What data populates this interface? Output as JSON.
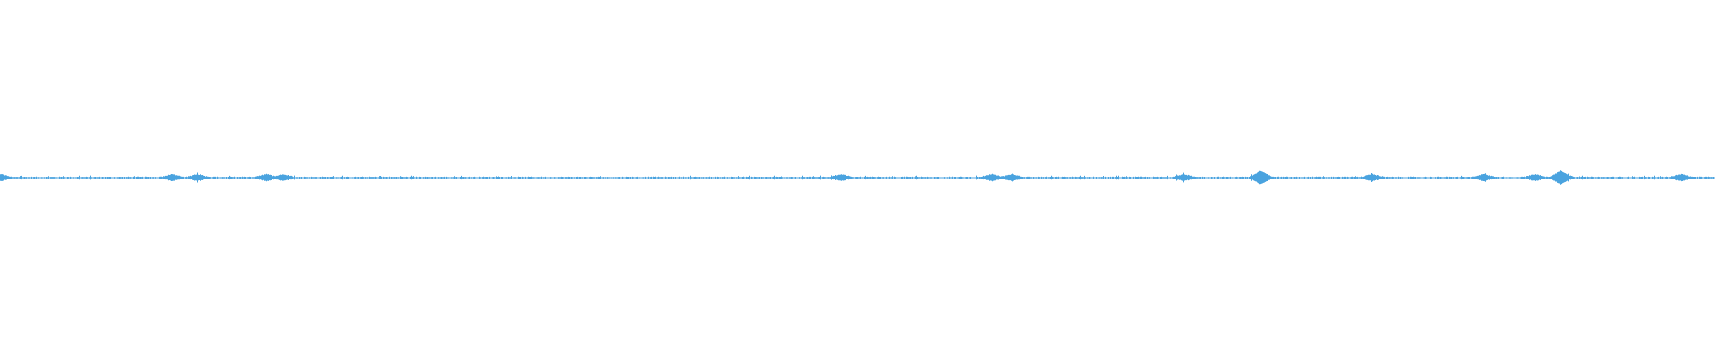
{
  "waveform": {
    "color": "#4aa3df",
    "background": "#ffffff",
    "burst_positions": [
      0.0,
      0.1,
      0.115,
      0.155,
      0.165,
      0.49,
      0.578,
      0.59,
      0.69,
      0.735,
      0.8,
      0.865,
      0.895,
      0.91,
      0.98
    ]
  }
}
